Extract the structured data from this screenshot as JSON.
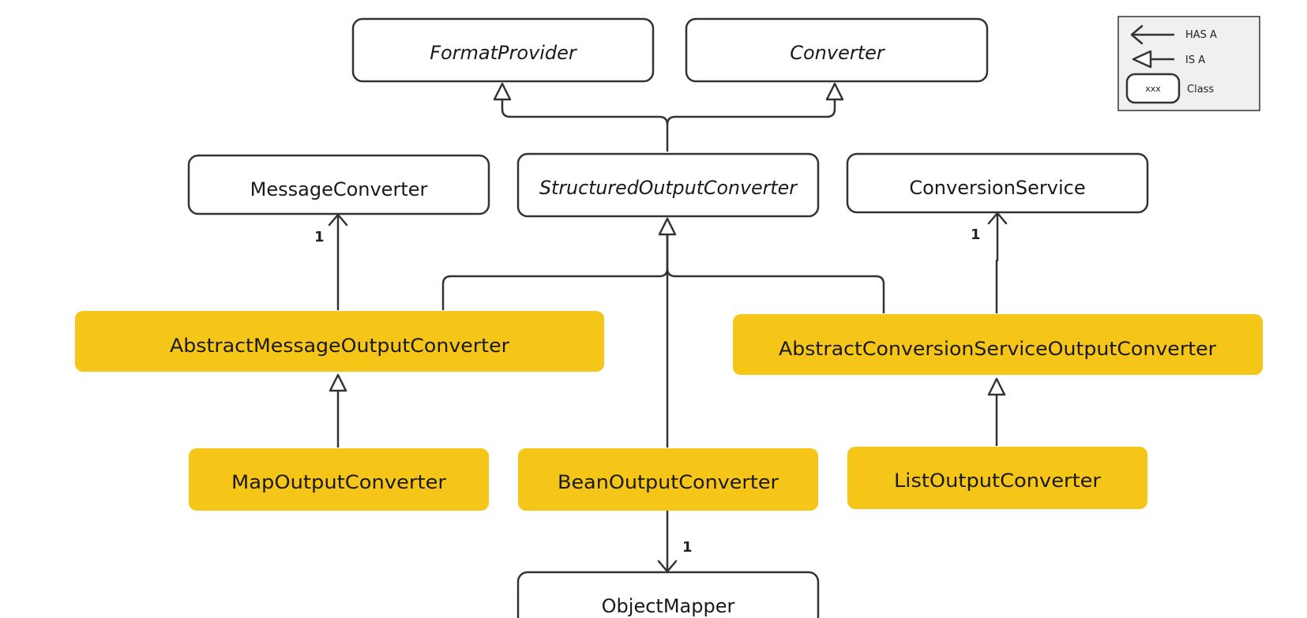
{
  "classes": {
    "format_provider": "FormatProvider",
    "converter": "Converter",
    "message_converter": "MessageConverter",
    "structured_output_converter": "StructuredOutputConverter",
    "conversion_service": "ConversionService",
    "abstract_message_output_converter": "AbstractMessageOutputConverter",
    "abstract_conversion_service_output_converter": "AbstractConversionServiceOutputConverter",
    "map_output_converter": "MapOutputConverter",
    "bean_output_converter": "BeanOutputConverter",
    "list_output_converter": "ListOutputConverter",
    "object_mapper": "ObjectMapper"
  },
  "multiplicity": {
    "message_converter": "1",
    "conversion_service": "1",
    "object_mapper": "1"
  },
  "legend": {
    "has_a": "HAS A",
    "is_a": "IS A",
    "class_sample": "xxx",
    "class_label": "Class"
  },
  "colors": {
    "concrete_fill": "#F5C518",
    "interface_fill": "#FFFFFF",
    "stroke": "#333333",
    "legend_bg": "#F0F0F0"
  }
}
